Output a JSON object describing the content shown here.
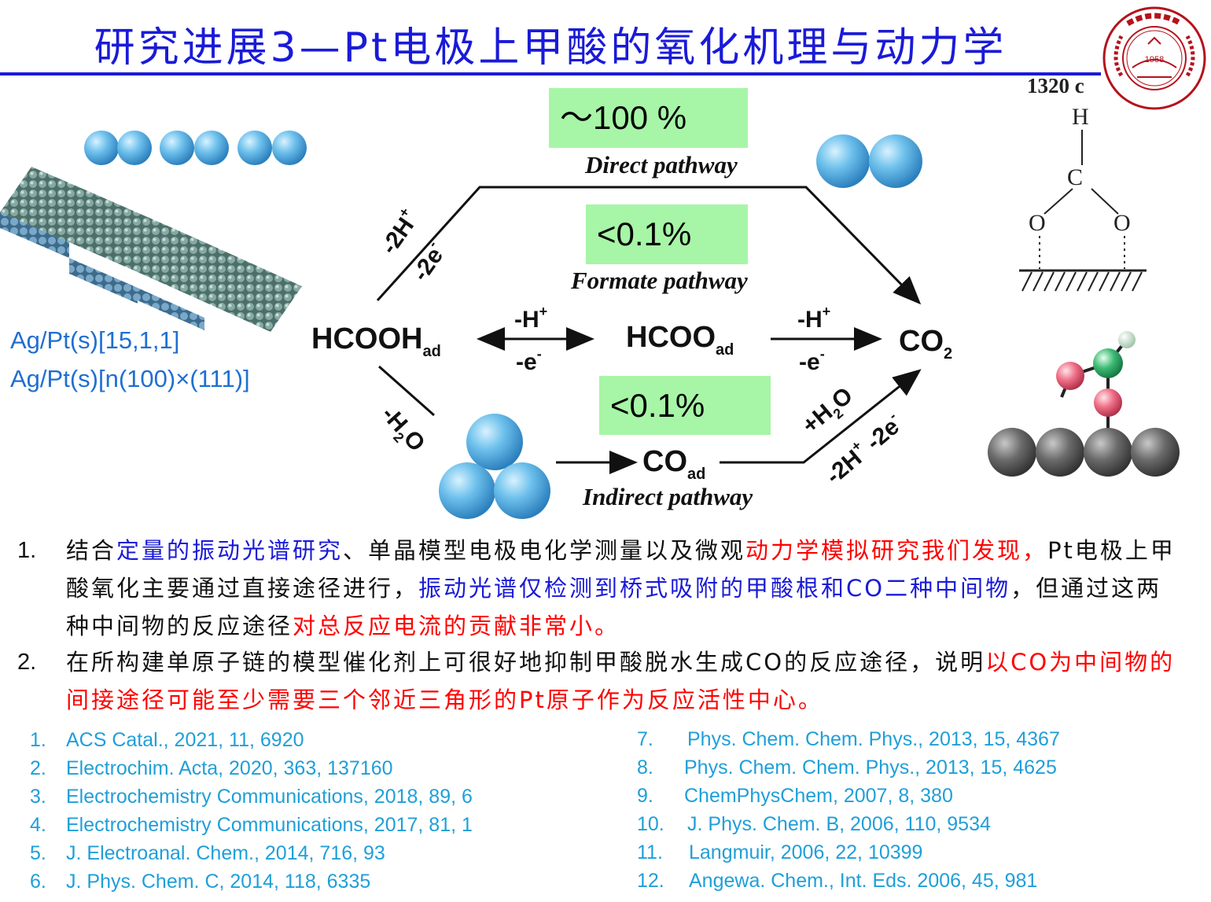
{
  "title": "研究进展3—Pt电极上甲酸的氧化机理与动力学",
  "logo": {
    "year": "1958",
    "ring_text": "University of Science and Technology of China",
    "cn_name": "中国科学技术大学"
  },
  "diagram": {
    "direct_pct": "～100 %",
    "direct_label": "Direct pathway",
    "formate_pct": "<0.1%",
    "formate_label": "Formate pathway",
    "indirect_pct": "<0.1%",
    "indirect_label": "Indirect pathway",
    "hcooh": "HCOOH",
    "hcooh_sub": "ad",
    "hcoo": "HCOO",
    "hcoo_sub": "ad",
    "co2": "CO",
    "co2_sub": "2",
    "co": "CO",
    "co_sub": "ad",
    "minus_h": "-H",
    "plus": "+",
    "minus_e": "-e",
    "minus": "-",
    "minus_2h": "-2H",
    "minus_2e": "-2e",
    "minus_h2o": "-H",
    "h2o_sub": "2",
    "o": "O",
    "plus_h2o": "+H",
    "minus_2e_b": "-2e"
  },
  "surfaces": {
    "s1": "Ag/Pt(s)[15,1,1]",
    "s2": "Ag/Pt(s)[n(100)×(111)]"
  },
  "structure": {
    "wavenumber": "1320 c",
    "h": "H",
    "c": "C",
    "o1": "O",
    "o2": "O"
  },
  "points": {
    "p1": {
      "num": "1.",
      "a": "结合",
      "b": "定量的振动光谱研究",
      "c": "、单晶模型电极电化学测量以及微观",
      "d": "动力学模拟研究我们发现，",
      "e": "Pt电极上甲酸氧化主要通过直接途径进行，",
      "f": "振动光谱仅检测到桥式吸附的甲酸根和CO二种中间物",
      "g": "，但通过这两种中间物的反应途径",
      "h": "对总反应电流的贡献非常小。"
    },
    "p2": {
      "num": "2.",
      "a": "在所构建单原子链的模型催化剂上可很好地抑制甲酸脱水生成CO的反应途径，说明",
      "b": "以CO为中间物的间接途径可能至少需要三个邻近三角形的Pt原子作为反应活性中心。"
    }
  },
  "references_left": [
    {
      "n": "1.",
      "t": "ACS Catal., 2021, 11, 6920"
    },
    {
      "n": "2.",
      "t": "Electrochim. Acta, 2020, 363, 137160"
    },
    {
      "n": "3.",
      "t": "Electrochemistry Communications, 2018, 89, 6"
    },
    {
      "n": "4.",
      "t": "Electrochemistry Communications, 2017, 81, 1"
    },
    {
      "n": "5.",
      "t": "J. Electroanal. Chem., 2014, 716, 93"
    },
    {
      "n": "6.",
      "t": "J. Phys. Chem. C, 2014, 118, 6335"
    }
  ],
  "references_right": [
    {
      "n": "7.",
      "t": "Phys. Chem. Chem. Phys., 2013, 15, 4367"
    },
    {
      "n": "8.",
      "t": "Phys. Chem. Chem. Phys., 2013, 15, 4625"
    },
    {
      "n": "9.",
      "t": "ChemPhysChem, 2007, 8, 380"
    },
    {
      "n": "10.",
      "t": "J. Phys. Chem. B, 2006, 110, 9534"
    },
    {
      "n": "11.",
      "t": "Langmuir, 2006, 22, 10399"
    },
    {
      "n": "12.",
      "t": "Angewa. Chem., Int. Eds. 2006, 45, 981"
    }
  ],
  "colors": {
    "title": "#1a1ad8",
    "highlight_green": "#a7f5a7",
    "blue_text": "#1a1ad8",
    "red_text": "#ff0000",
    "ref_text": "#1f9fd8",
    "logo_red": "#b5121b"
  }
}
